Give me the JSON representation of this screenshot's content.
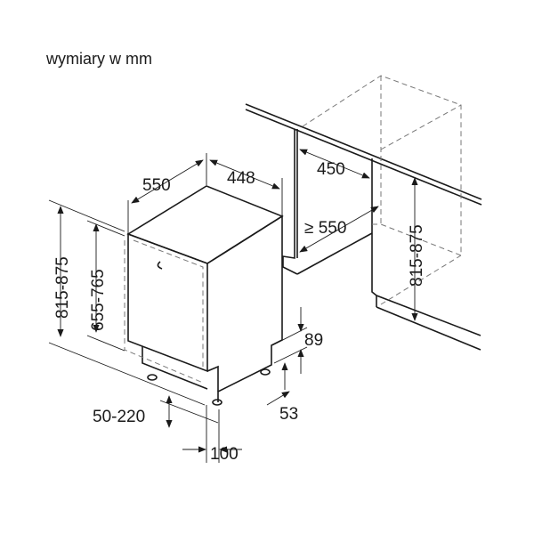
{
  "title": "wymiary w mm",
  "dimensions": {
    "depth": "550",
    "width": "448",
    "niche_width": "450",
    "niche_depth": "≥ 550",
    "height_total": "815-875",
    "height_door": "655-765",
    "niche_height": "815-875",
    "plinth_89": "89",
    "plinth_53": "53",
    "plinth_height": "50-220",
    "door_offset": "100"
  }
}
